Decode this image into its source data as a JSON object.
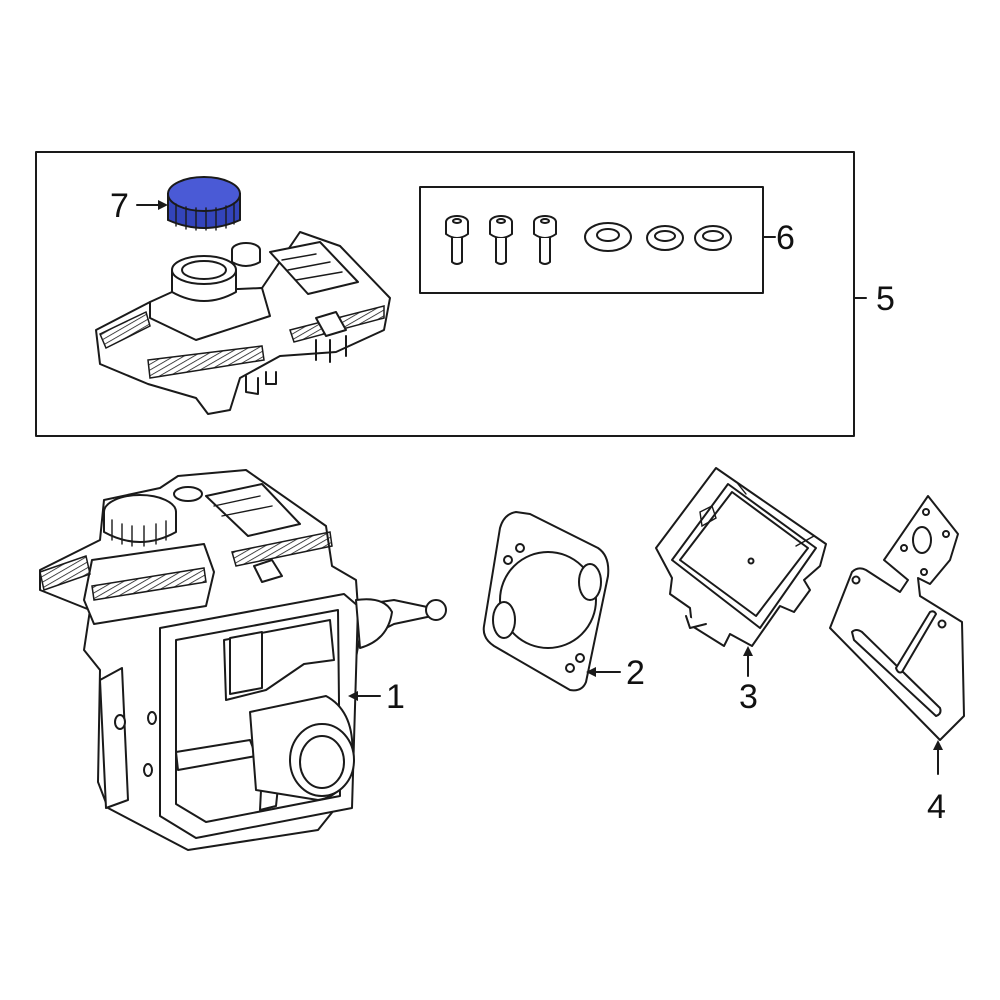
{
  "callouts": {
    "c1": "1",
    "c2": "2",
    "c3": "3",
    "c4": "4",
    "c5": "5",
    "c6": "6",
    "c7": "7"
  },
  "colors": {
    "highlight": "#3344bb",
    "highlight_light": "#4a5ad6",
    "line": "#1a1a1a",
    "background": "#ffffff"
  }
}
